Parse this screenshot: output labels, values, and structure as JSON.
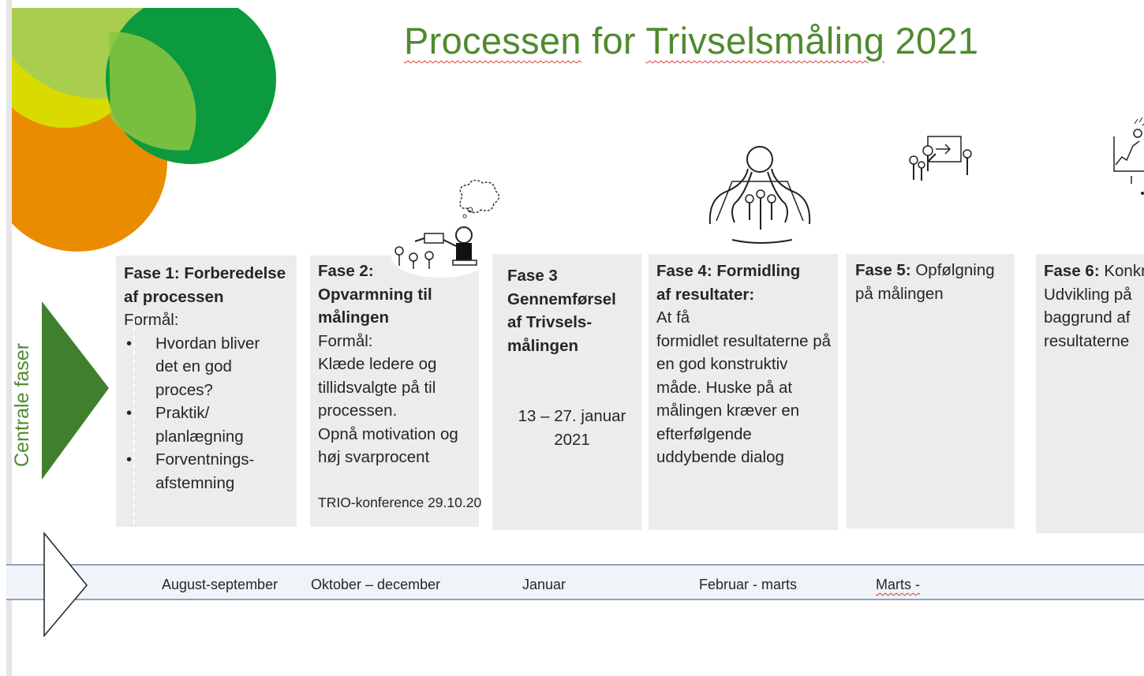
{
  "title": {
    "word1": "Processen",
    "word2": "for",
    "word3": "Trivselsmåling",
    "word4": "2021"
  },
  "side_label": "Centrale faser",
  "colors": {
    "accent_green": "#4f8a2e",
    "arrow_green": "#3f7f2d",
    "phase_box_bg": "#ececec",
    "timeline_border": "#8ba3bf",
    "circle_orange": "#ea8c00",
    "circle_yellow": "#d9db00",
    "circle_lightgreen": "#8cc63f",
    "circle_green": "#0c9a3e"
  },
  "phases": [
    {
      "heading_a": "Fase 1: Forberedelse",
      "heading_b": "af processen",
      "purpose": "Formål:",
      "bullets": [
        "Hvordan bliver det en god proces?",
        "Praktik/ planlægning",
        "Forventnings-afstemning"
      ]
    },
    {
      "heading_a": "Fase 2:",
      "heading_b": "Opvarmning til målingen",
      "purpose": "Formål:",
      "text": "Klæde ledere og tillidsvalgte på til processen.",
      "text2": "Opnå motivation og høj svarprocent",
      "footnote": "TRIO-konference 29.10.20"
    },
    {
      "heading": "Fase 3 Gennemførsel af Trivsels-målingen",
      "dates_a": "13 – 27. januar",
      "dates_b": "2021"
    },
    {
      "heading": "Fase 4: Formidling af resultater:",
      "line1": "At få",
      "text": "formidlet resultaterne på en god konstruktiv måde. Huske på at målingen kræver en efterfølgende uddybende dialog"
    },
    {
      "heading": "Fase 5:",
      "text": "Opfølgning på målingen"
    },
    {
      "heading": "Fase 6:",
      "text_a": "Konkr",
      "line2": "Udvikling på",
      "line3": "baggrund af",
      "line4": "resultaterne"
    }
  ],
  "timeline": {
    "months": [
      "August-september",
      "Oktober – december",
      "Januar",
      "Februar - marts",
      "Marts -"
    ]
  },
  "illustrations": [
    "watering-plants-illustration",
    "octopus-illustration",
    "presentation-illustration",
    "growth-chart-illustration"
  ]
}
